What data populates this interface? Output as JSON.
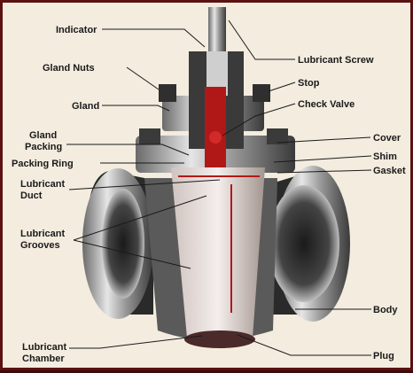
{
  "labels": {
    "indicator": "Indicator",
    "lubricant_screw": "Lubricant Screw",
    "gland_nuts": "Gland Nuts",
    "stop": "Stop",
    "gland": "Gland",
    "check_valve": "Check Valve",
    "gland_packing_1": "Gland",
    "gland_packing_2": "Packing",
    "cover": "Cover",
    "packing_ring": "Packing Ring",
    "shim": "Shim",
    "gasket": "Gasket",
    "lubricant_duct_1": "Lubricant",
    "lubricant_duct_2": "Duct",
    "lubricant_grooves_1": "Lubricant",
    "lubricant_grooves_2": "Grooves",
    "body": "Body",
    "lubricant_chamber_1": "Lubricant",
    "lubricant_chamber_2": "Chamber",
    "plug": "Plug"
  }
}
